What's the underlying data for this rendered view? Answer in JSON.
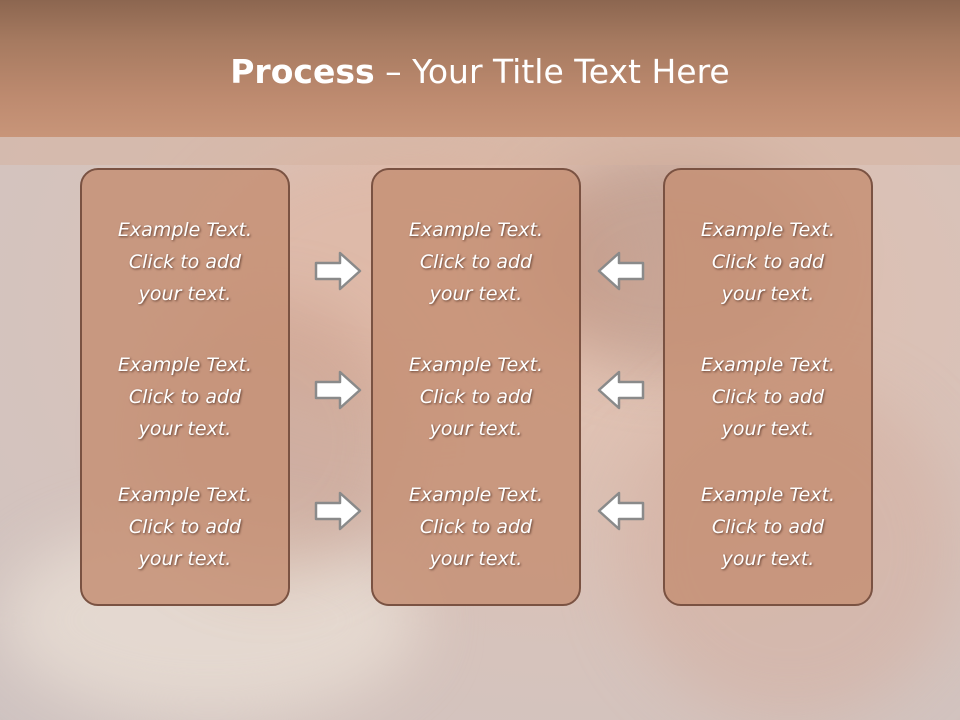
{
  "slide": {
    "title_bold": "Process",
    "title_rest": " – Your Title Text Here"
  },
  "columns": [
    {
      "items": [
        [
          "Example Text.",
          "Click  to add",
          "your text."
        ],
        [
          "Example Text.",
          "Click  to add",
          "your text."
        ],
        [
          "Example Text.",
          "Click  to add",
          "your text."
        ]
      ]
    },
    {
      "items": [
        [
          "Example Text.",
          "Click  to add",
          "your text."
        ],
        [
          "Example Text.",
          "Click  to add",
          "your text."
        ],
        [
          "Example Text.",
          "Click  to add",
          "your text."
        ]
      ]
    },
    {
      "items": [
        [
          "Example Text.",
          "Click  to add",
          "your text."
        ],
        [
          "Example Text.",
          "Click  to add",
          "your text."
        ],
        [
          "Example Text.",
          "Click  to add",
          "your text."
        ]
      ]
    }
  ],
  "arrows": {
    "left_group_direction": "right",
    "right_group_direction": "left",
    "color": "#ffffff",
    "outline": "#8a8a8a"
  }
}
